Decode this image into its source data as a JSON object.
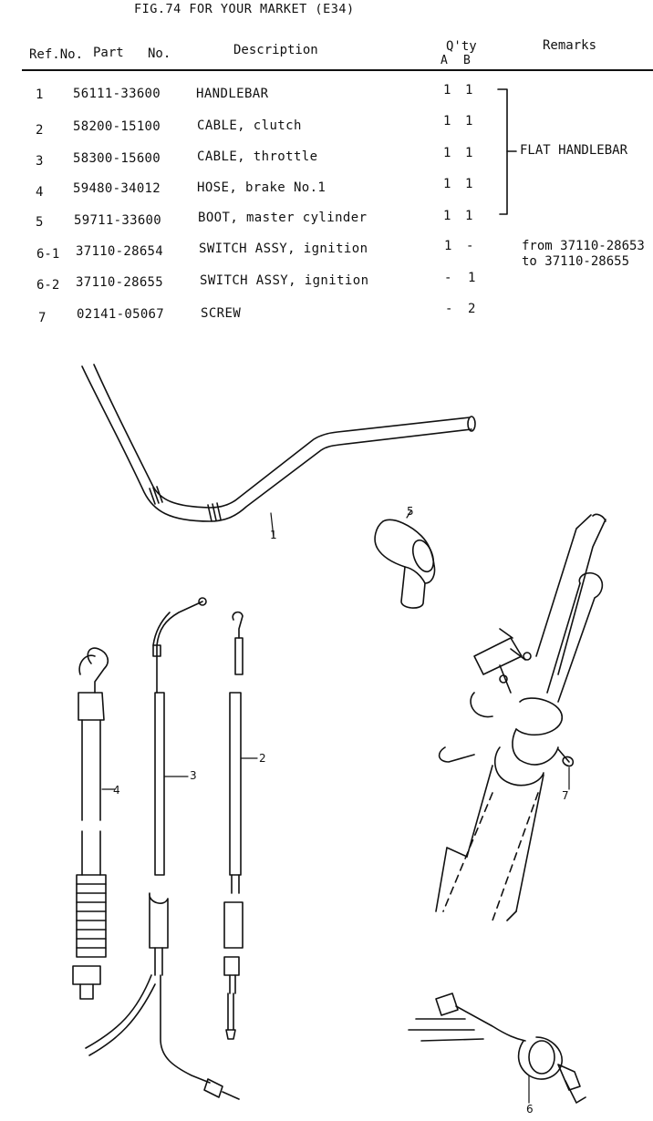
{
  "figure": {
    "title": "FIG.74  FOR YOUR MARKET (E34)"
  },
  "header": {
    "ref_no": "Ref.No.",
    "part": "Part",
    "no": "No.",
    "description": "Description",
    "qty": "Q'ty",
    "col_a": "A",
    "col_b": "B",
    "remarks": "Remarks"
  },
  "rows": [
    {
      "ref": "1",
      "part": "56111-33600",
      "desc": "HANDLEBAR",
      "a": "1",
      "b": "1"
    },
    {
      "ref": "2",
      "part": "58200-15100",
      "desc": "CABLE, clutch",
      "a": "1",
      "b": "1"
    },
    {
      "ref": "3",
      "part": "58300-15600",
      "desc": "CABLE, throttle",
      "a": "1",
      "b": "1"
    },
    {
      "ref": "4",
      "part": "59480-34012",
      "desc": "HOSE, brake No.1",
      "a": "1",
      "b": "1"
    },
    {
      "ref": "5",
      "part": "59711-33600",
      "desc": "BOOT, master cylinder",
      "a": "1",
      "b": "1"
    },
    {
      "ref": "6-1",
      "part": "37110-28654",
      "desc": "SWITCH ASSY, ignition",
      "a": "1",
      "b": "-"
    },
    {
      "ref": "6-2",
      "part": "37110-28655",
      "desc": "SWITCH ASSY, ignition",
      "a": "-",
      "b": "1"
    },
    {
      "ref": "7",
      "part": "02141-05067",
      "desc": "SCREW",
      "a": "-",
      "b": "2"
    }
  ],
  "remarks": {
    "group": "FLAT HANDLEBAR",
    "switch_from": "from 37110-28653",
    "switch_to": "to 37110-28655"
  },
  "callouts": {
    "c1": "1",
    "c2": "2",
    "c3": "3",
    "c4": "4",
    "c5": "5",
    "c6": "6",
    "c7": "7"
  }
}
